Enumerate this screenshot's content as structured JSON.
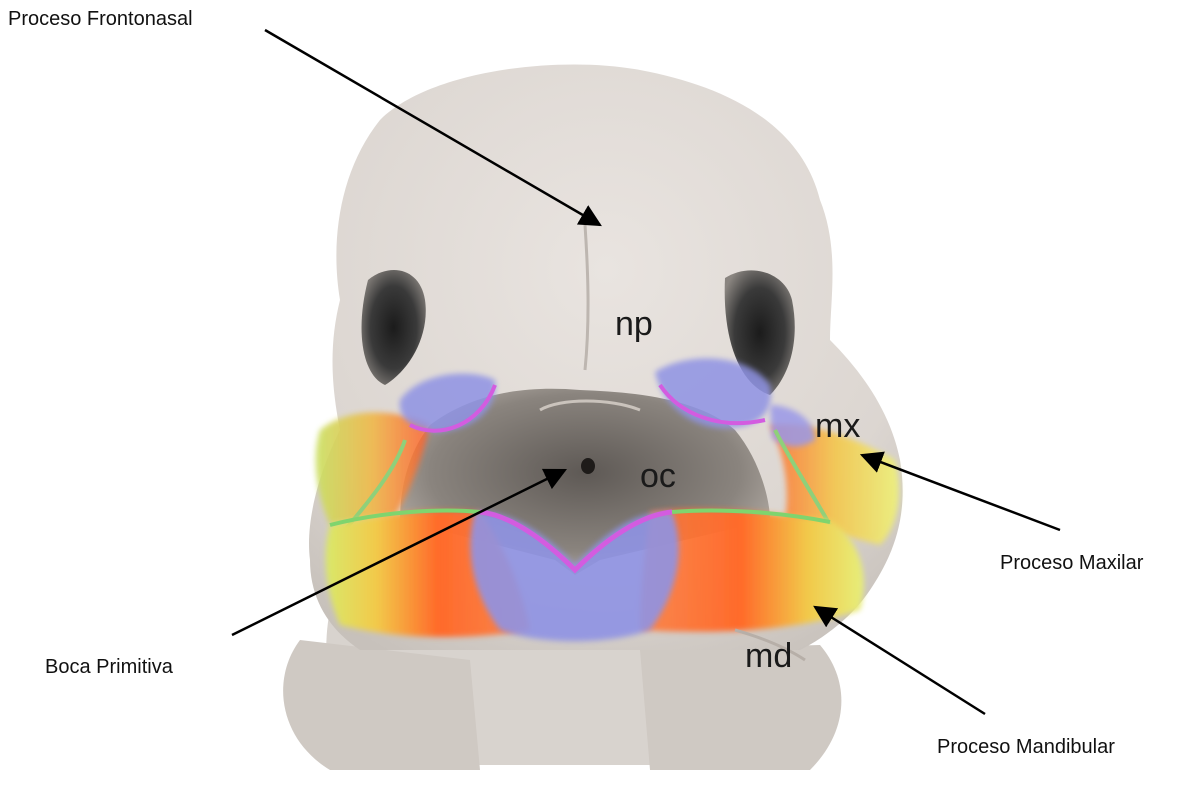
{
  "callouts": {
    "frontonasal": "Proceso Frontonasal",
    "maxillary": "Proceso Maxilar",
    "primitive_mouth": "Boca Primitiva",
    "mandibular": "Proceso Mandibular"
  },
  "labels": {
    "np": "np",
    "mx": "mx",
    "oc": "oc",
    "md": "md"
  }
}
